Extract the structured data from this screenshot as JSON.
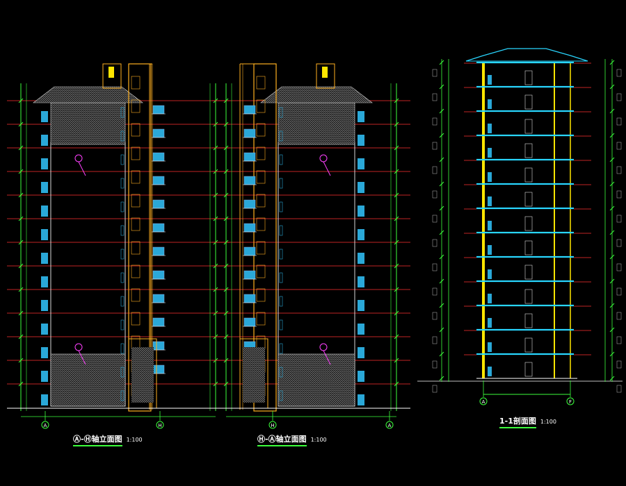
{
  "titles": {
    "left": {
      "main": "Ⓐ-Ⓗ轴立面图",
      "scale": "1:100"
    },
    "middle": {
      "main": "Ⓗ-Ⓐ轴立面图",
      "scale": "1:100"
    },
    "right": {
      "main": "1-1剖面图",
      "scale": "1:100"
    }
  },
  "axis_labels": {
    "elev_left_start": "A",
    "elev_left_end": "H",
    "elev_mid_start": "H",
    "elev_mid_end": "A",
    "section_start": "A",
    "section_end": "F"
  },
  "colors": {
    "background": "#000000",
    "floor_line": "#ff3030",
    "dim": "#3cff3c",
    "building": "#ffb020",
    "roof": "#c8c8c8",
    "balcony": "#2aa8d8",
    "section_floor": "#29d6ff",
    "section_wall": "#ffe600",
    "marker": "#ff40ff",
    "text": "#ffffff"
  }
}
